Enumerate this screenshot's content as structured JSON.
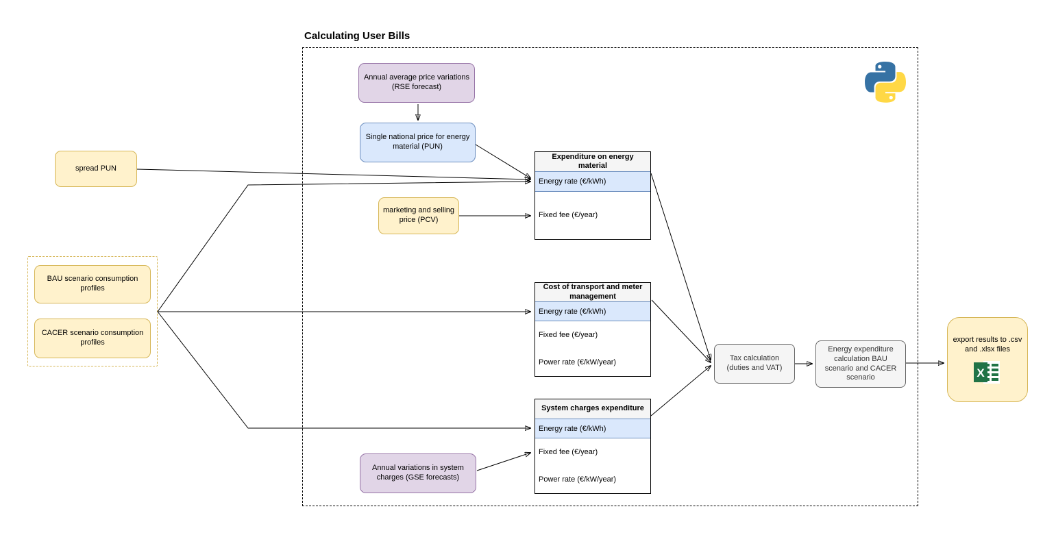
{
  "title": "Calculating User Bills",
  "nodes": {
    "annual_price_variations": "Annual average price variations (RSE forecast)",
    "pun": "Single national price for energy material (PUN)",
    "spread_pun": "spread PUN",
    "pcv": "marketing and selling price (PCV)",
    "bau_profiles": "BAU scenario consumption profiles",
    "cacer_profiles": "CACER scenario consumption profiles",
    "gse_variations": "Annual variations in system charges (GSE forecasts)",
    "tax_calculation": "Tax calculation (duties and VAT)",
    "energy_expenditure": "Energy expenditure calculation BAU scenario and CACER scenario",
    "export_results": "export results to .csv and .xlsx files"
  },
  "tables": [
    {
      "header": "Expenditure on energy material",
      "rows": [
        "Energy rate (€/kWh)",
        "Fixed fee (€/year)"
      ]
    },
    {
      "header": "Cost of transport and meter management",
      "rows": [
        "Energy rate (€/kWh)",
        "Fixed fee (€/year)",
        "Power rate (€/kW/year)"
      ]
    },
    {
      "header": "System charges expenditure",
      "rows": [
        "Energy rate (€/kWh)",
        "Fixed fee (€/year)",
        "Power rate (€/kW/year)"
      ]
    }
  ],
  "icons": {
    "python": "python-logo",
    "excel": "excel-spreadsheet-icon"
  },
  "colors": {
    "yellow_fill": "#FFF2CC",
    "yellow_border": "#D6B656",
    "purple_fill": "#E1D5E7",
    "purple_border": "#9673A6",
    "blue_fill": "#DAE8FC",
    "blue_border": "#6C8EBF",
    "gray_fill": "#F5F5F5",
    "gray_border": "#666666",
    "highlight_row_fill": "#DAE8FC",
    "excel_green": "#217346",
    "python_blue": "#3672A4",
    "python_yellow": "#FFD845"
  }
}
